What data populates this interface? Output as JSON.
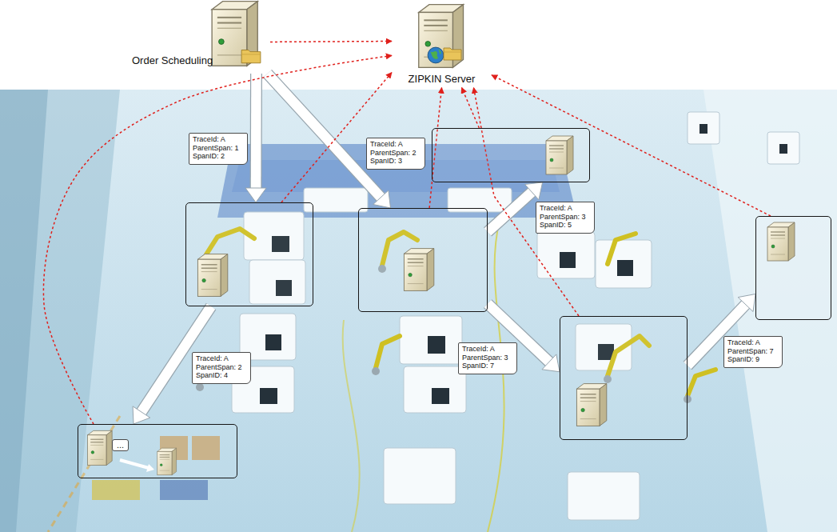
{
  "diagram": {
    "nodes": [
      {
        "text": [
          "Order Scheduling"
        ]
      },
      {
        "text": [
          "ZIPKIN Server"
        ]
      },
      {
        "text": []
      },
      {
        "text": []
      },
      {
        "text": []
      },
      {
        "text": []
      },
      {
        "text": []
      },
      {
        "text": []
      }
    ],
    "edges": [
      {
        "from": 0,
        "to": 3,
        "arrow": "to",
        "label": "TraceId: A ParentSpan: 1 SpanID: 2"
      },
      {
        "from": 0,
        "to": 4,
        "arrow": "to",
        "label": "TraceId: A ParentSpan: 2 SpanID: 3"
      },
      {
        "from": 3,
        "to": 7,
        "arrow": "to",
        "label": "TraceId: A ParentSpan: 2 SpanID: 4"
      },
      {
        "from": 4,
        "to": 2,
        "arrow": "to",
        "label": "TraceId: A ParentSpan: 3 SpanID: 5"
      },
      {
        "from": 4,
        "to": 6,
        "arrow": "to",
        "label": "TraceId: A ParentSpan: 3 SpanID: 7"
      },
      {
        "from": 6,
        "to": 5,
        "arrow": "to",
        "label": "TraceId: A ParentSpan: 7 SpanID: 9"
      },
      {
        "from": 0,
        "to": 1,
        "arrow": "to"
      },
      {
        "from": 3,
        "to": 1,
        "arrow": "to"
      },
      {
        "from": 7,
        "to": 1,
        "arrow": "to"
      },
      {
        "from": 4,
        "to": 1,
        "arrow": "to"
      },
      {
        "from": 2,
        "to": 1,
        "arrow": "to"
      },
      {
        "from": 6,
        "to": 1,
        "arrow": "to"
      },
      {
        "from": 5,
        "to": 1,
        "arrow": "to"
      }
    ],
    "labels": [
      "..."
    ]
  }
}
